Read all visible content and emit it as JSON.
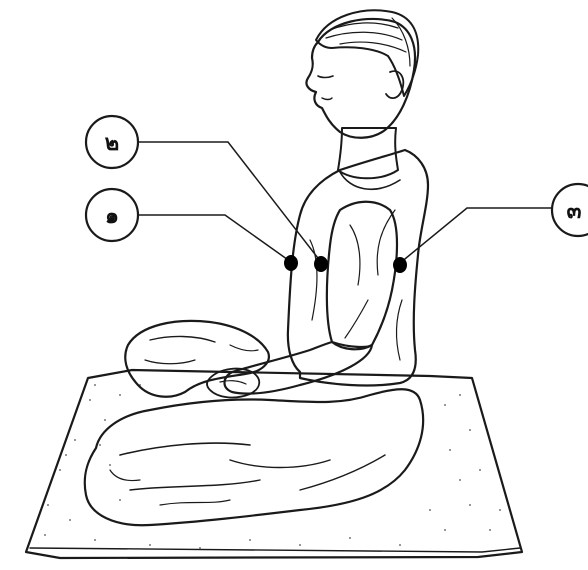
{
  "callouts": [
    {
      "id": "1",
      "label": "๑"
    },
    {
      "id": "2",
      "label": "๒"
    },
    {
      "id": "3",
      "label": "๓"
    }
  ],
  "colors": {
    "ink": "#1a1a1a",
    "background": "#ffffff",
    "marker": "#000000"
  }
}
